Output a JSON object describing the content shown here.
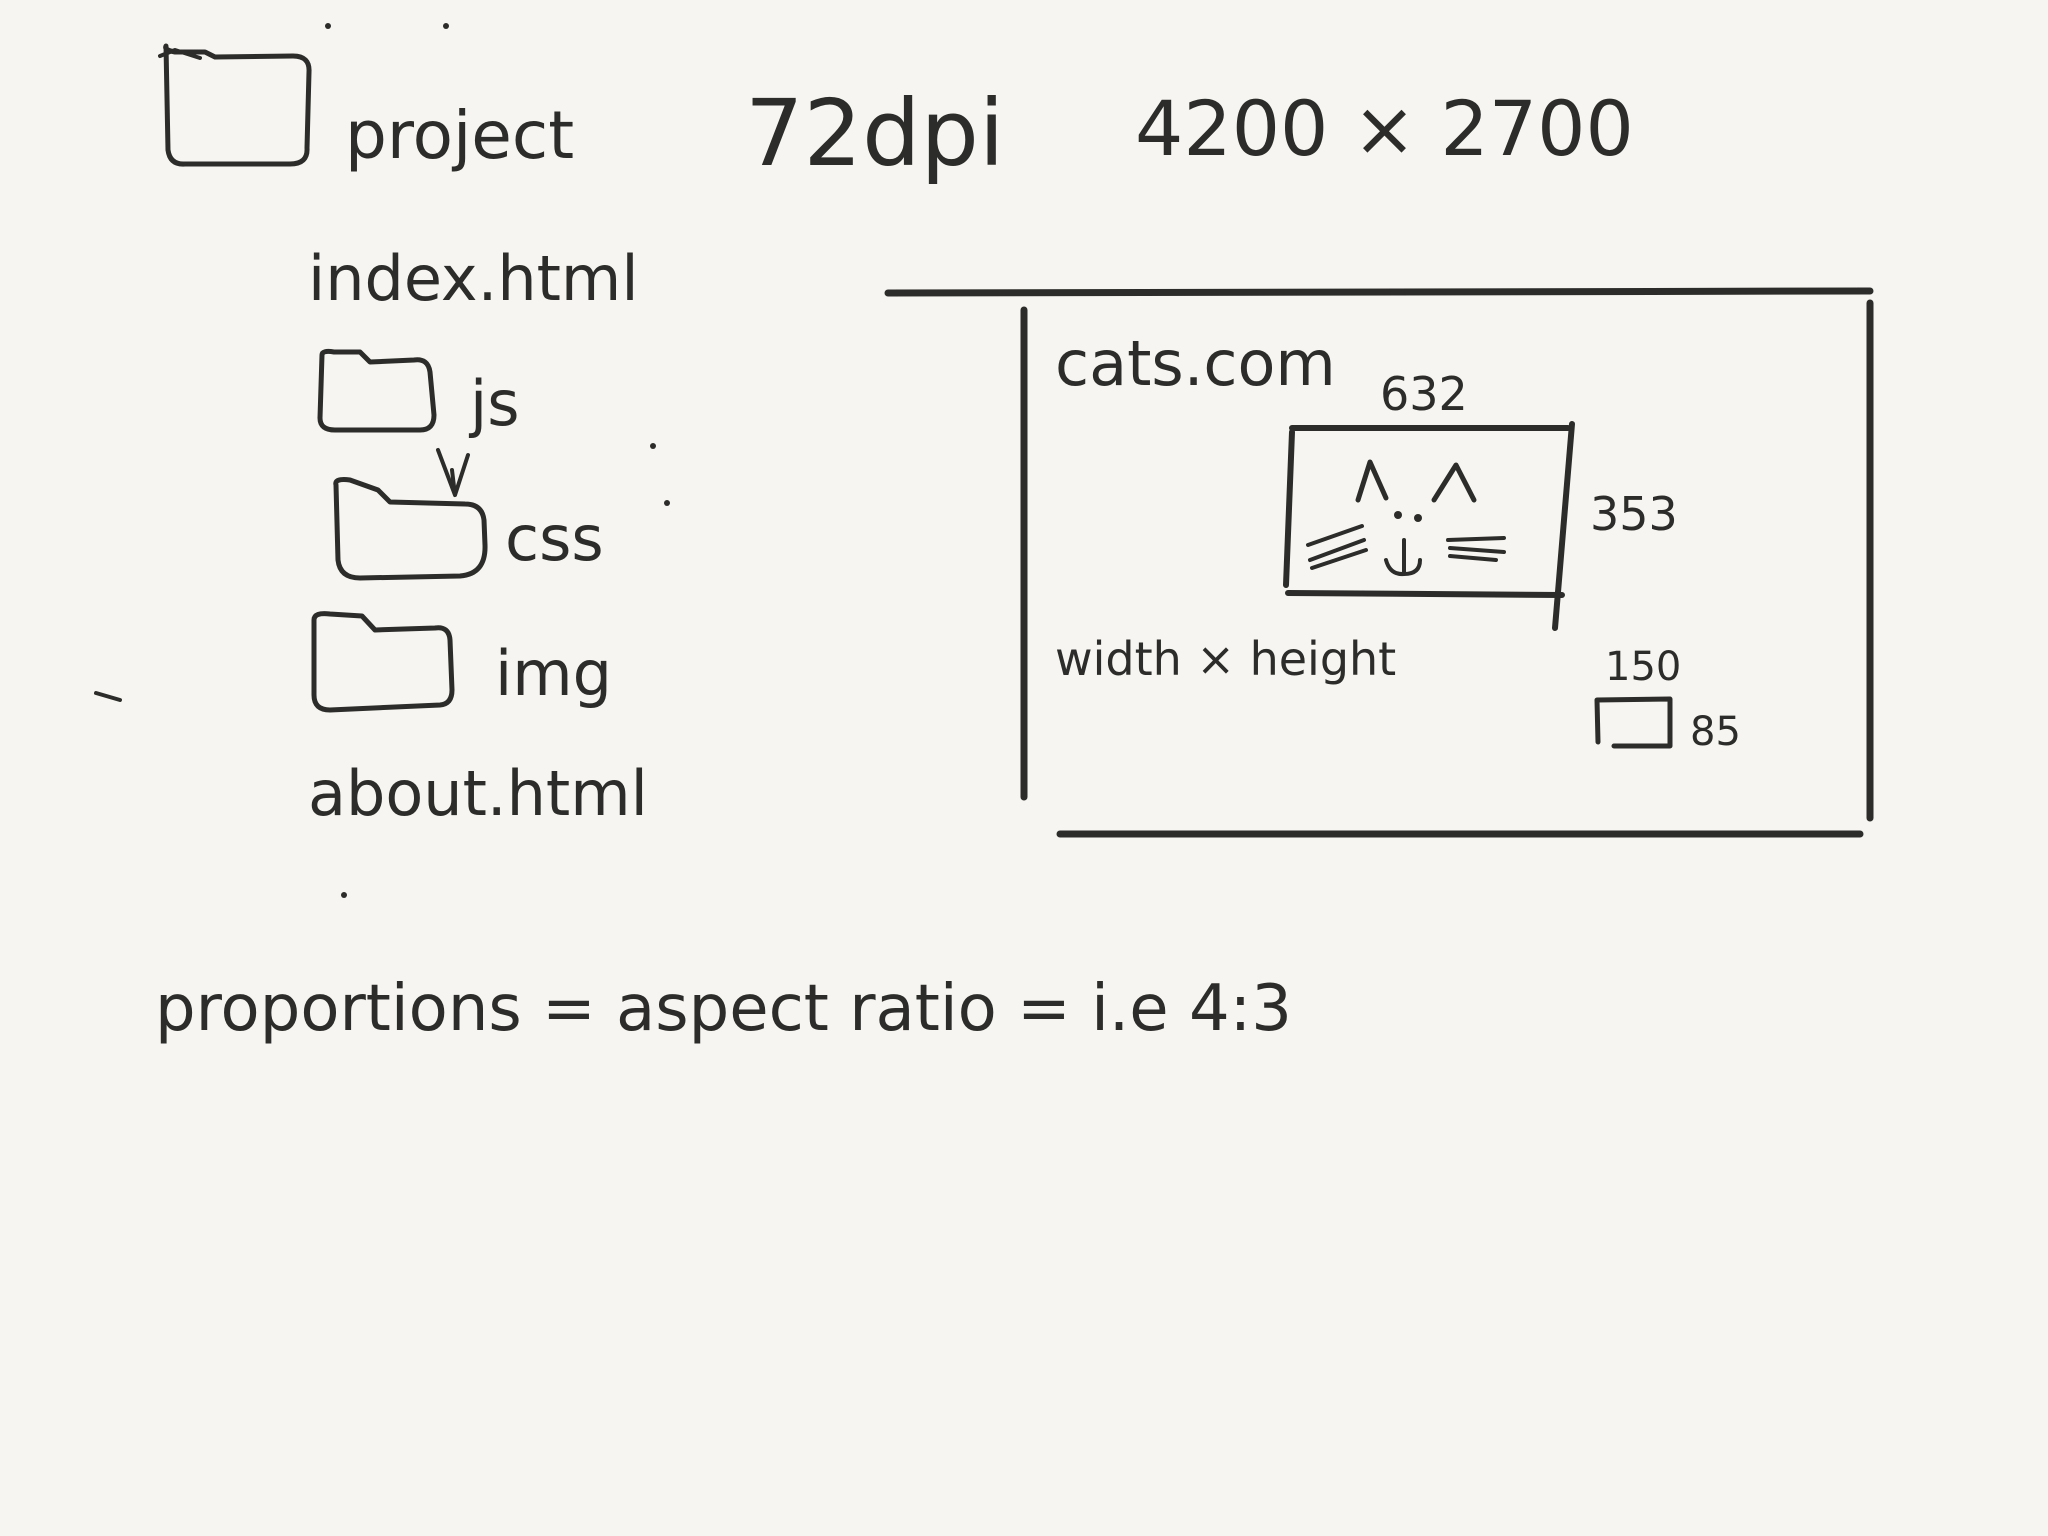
{
  "notes": {
    "project_label": "project",
    "dpi": "72dpi",
    "dimensions": "4200 × 2700",
    "proportions_line": "proportions = aspect ratio = i.e 4:3"
  },
  "file_tree": {
    "items": [
      {
        "name": "index.html",
        "type": "file"
      },
      {
        "name": "js",
        "type": "folder"
      },
      {
        "name": "css",
        "type": "folder"
      },
      {
        "name": "img",
        "type": "folder"
      },
      {
        "name": "about.html",
        "type": "file"
      }
    ]
  },
  "browser_sketch": {
    "site": "cats.com",
    "image_width": "632",
    "image_height": "353",
    "size_label": "width × height",
    "thumb_width": "150",
    "thumb_height": "85"
  },
  "colors": {
    "ink": "#2c2c2a",
    "paper": "#f6f5f1"
  }
}
